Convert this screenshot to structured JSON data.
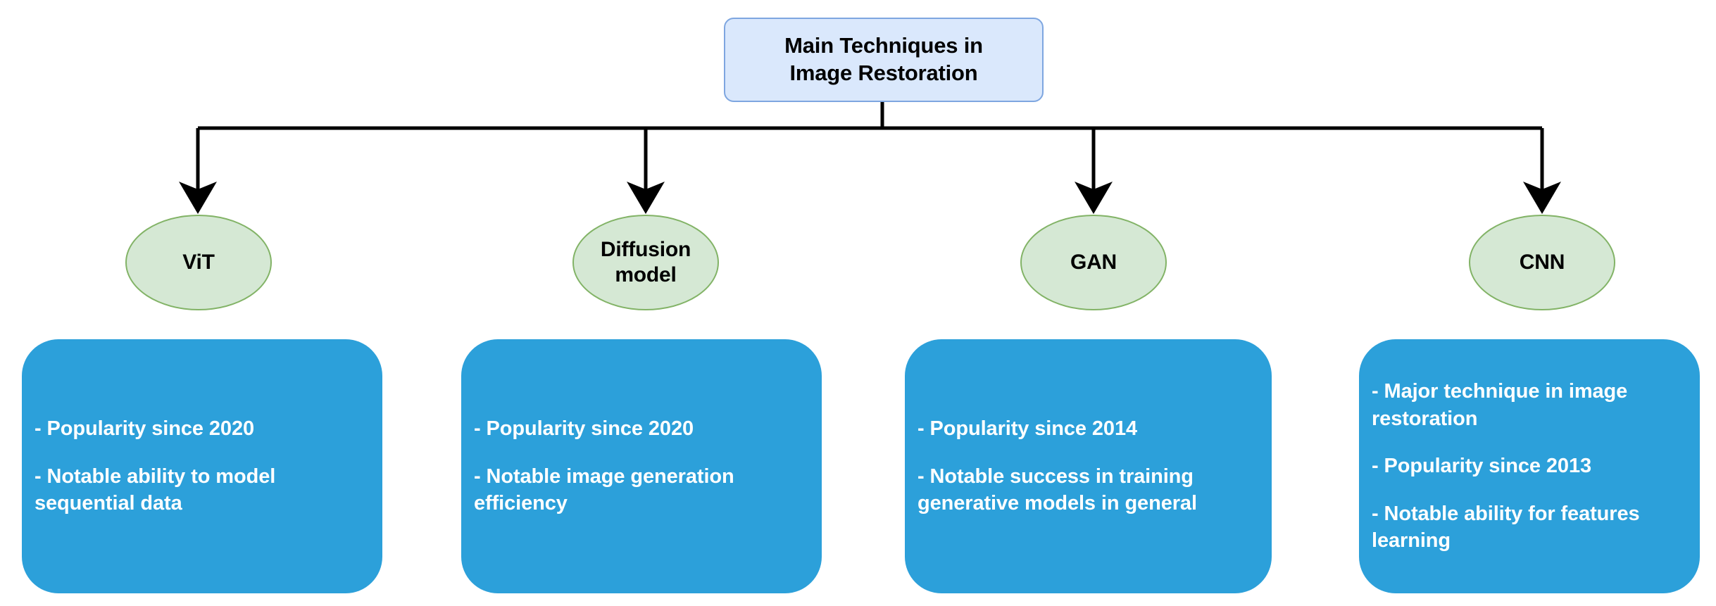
{
  "diagram": {
    "title": "Main Techniques in Image Restoration",
    "colors": {
      "background": "#ffffff",
      "root_fill": "#dae8fc",
      "root_stroke": "#7ea6e0",
      "ellipse_fill": "#d5e8d4",
      "ellipse_stroke": "#82b366",
      "detail_fill": "#2ca0da",
      "detail_text": "#ffffff",
      "connector": "#000000"
    },
    "root": {
      "label": "Main Techniques in\nImage Restoration"
    },
    "branches": [
      {
        "name": "vit",
        "ellipse_label": "ViT",
        "details": [
          "- Popularity since 2020",
          "- Notable ability to model sequential data"
        ]
      },
      {
        "name": "diffusion-model",
        "ellipse_label": "Diffusion\nmodel",
        "details": [
          "- Popularity since 2020",
          "- Notable image generation efficiency"
        ]
      },
      {
        "name": "gan",
        "ellipse_label": "GAN",
        "details": [
          "- Popularity since 2014",
          "- Notable success in training generative models in general"
        ]
      },
      {
        "name": "cnn",
        "ellipse_label": "CNN",
        "details": [
          "- Major technique in image restoration",
          "- Popularity since 2013",
          "- Notable ability for features learning"
        ]
      }
    ]
  }
}
